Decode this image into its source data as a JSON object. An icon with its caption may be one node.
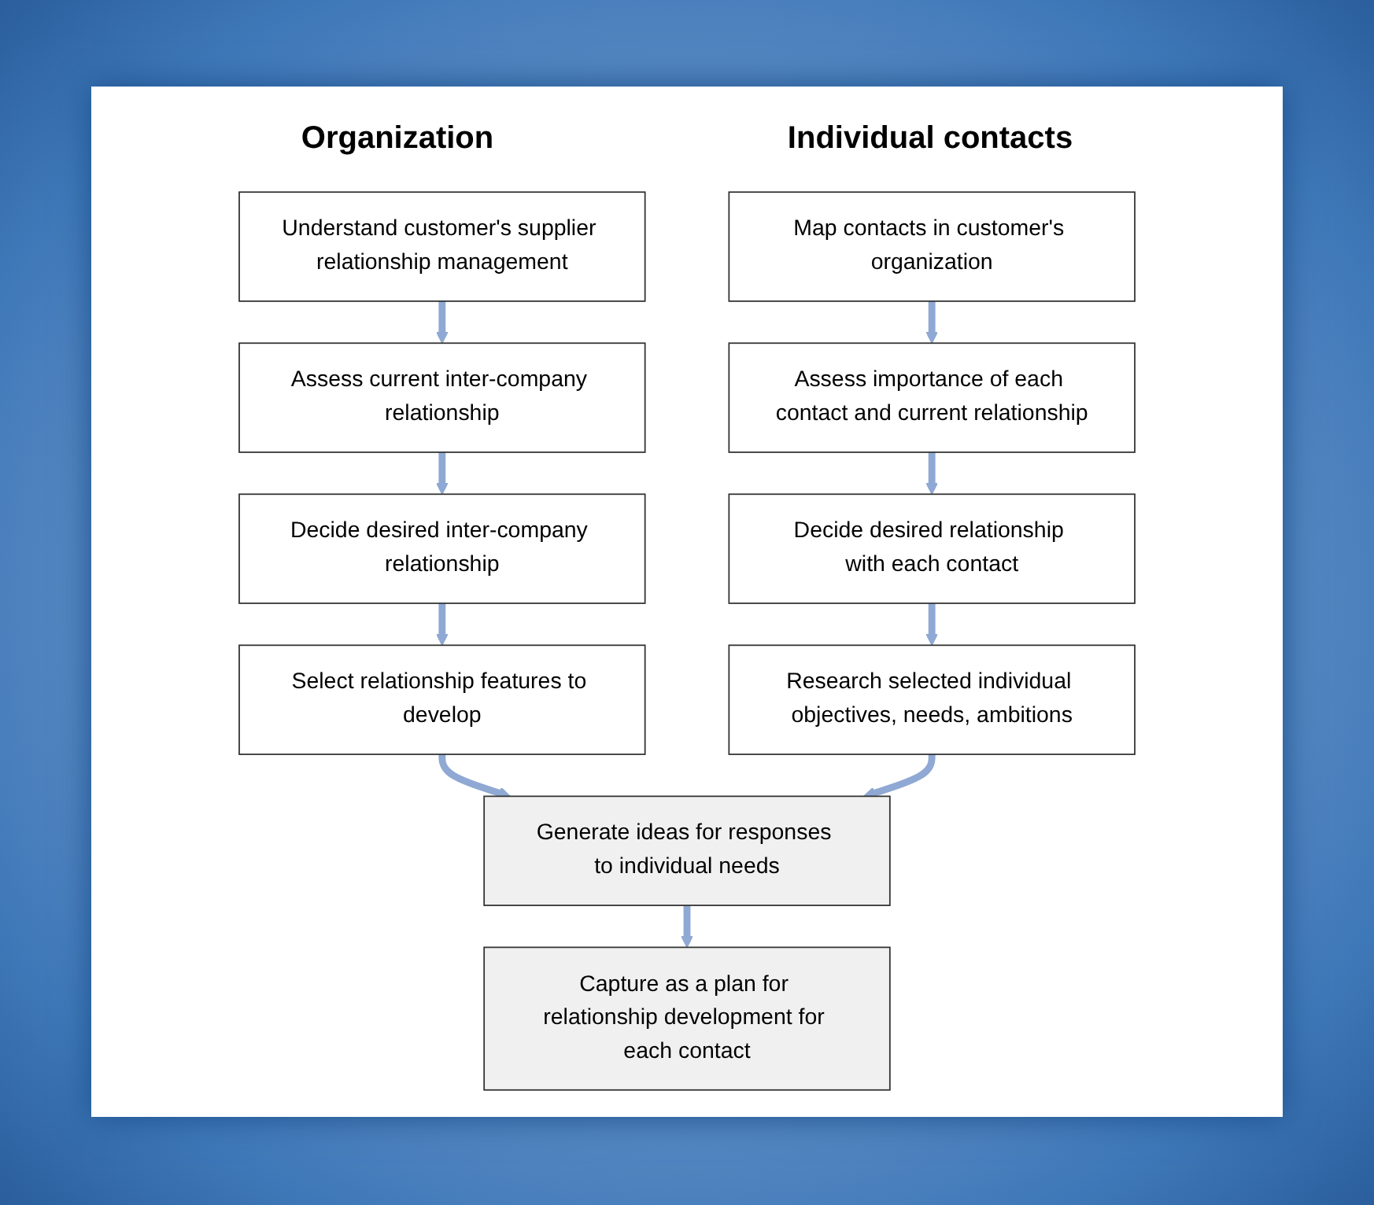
{
  "diagram": {
    "nodes": [
      {
        "text": [
          "Understand customer's supplier relationship management"
        ]
      },
      {
        "text": [
          "Assess current inter-company relationship"
        ]
      },
      {
        "text": [
          "Decide desired inter-company relationship"
        ]
      },
      {
        "text": [
          "Select relationship features to develop"
        ]
      },
      {
        "text": [
          "Map contacts in customer's organization"
        ]
      },
      {
        "text": [
          "Assess importance of each contact and current relationship"
        ]
      },
      {
        "text": [
          "Decide desired relationship with each contact"
        ]
      },
      {
        "text": [
          "Research selected individual objectives, needs, ambitions"
        ]
      },
      {
        "text": [
          "Generate ideas for responses to individual needs"
        ]
      },
      {
        "text": [
          "Capture as a plan for relationship development for each contact"
        ]
      }
    ],
    "edges": [
      {
        "from": 0,
        "to": 1,
        "arrow": "to"
      },
      {
        "from": 1,
        "to": 2,
        "arrow": "to"
      },
      {
        "from": 2,
        "to": 3,
        "arrow": "to"
      },
      {
        "from": 3,
        "to": 8,
        "arrow": "to"
      },
      {
        "from": 4,
        "to": 5,
        "arrow": "to"
      },
      {
        "from": 5,
        "to": 6,
        "arrow": "to"
      },
      {
        "from": 6,
        "to": 7,
        "arrow": "to"
      },
      {
        "from": 7,
        "to": 8,
        "arrow": "to"
      },
      {
        "from": 8,
        "to": 9,
        "arrow": "to"
      }
    ],
    "labels": [
      "Organization",
      "Individual contacts"
    ]
  }
}
